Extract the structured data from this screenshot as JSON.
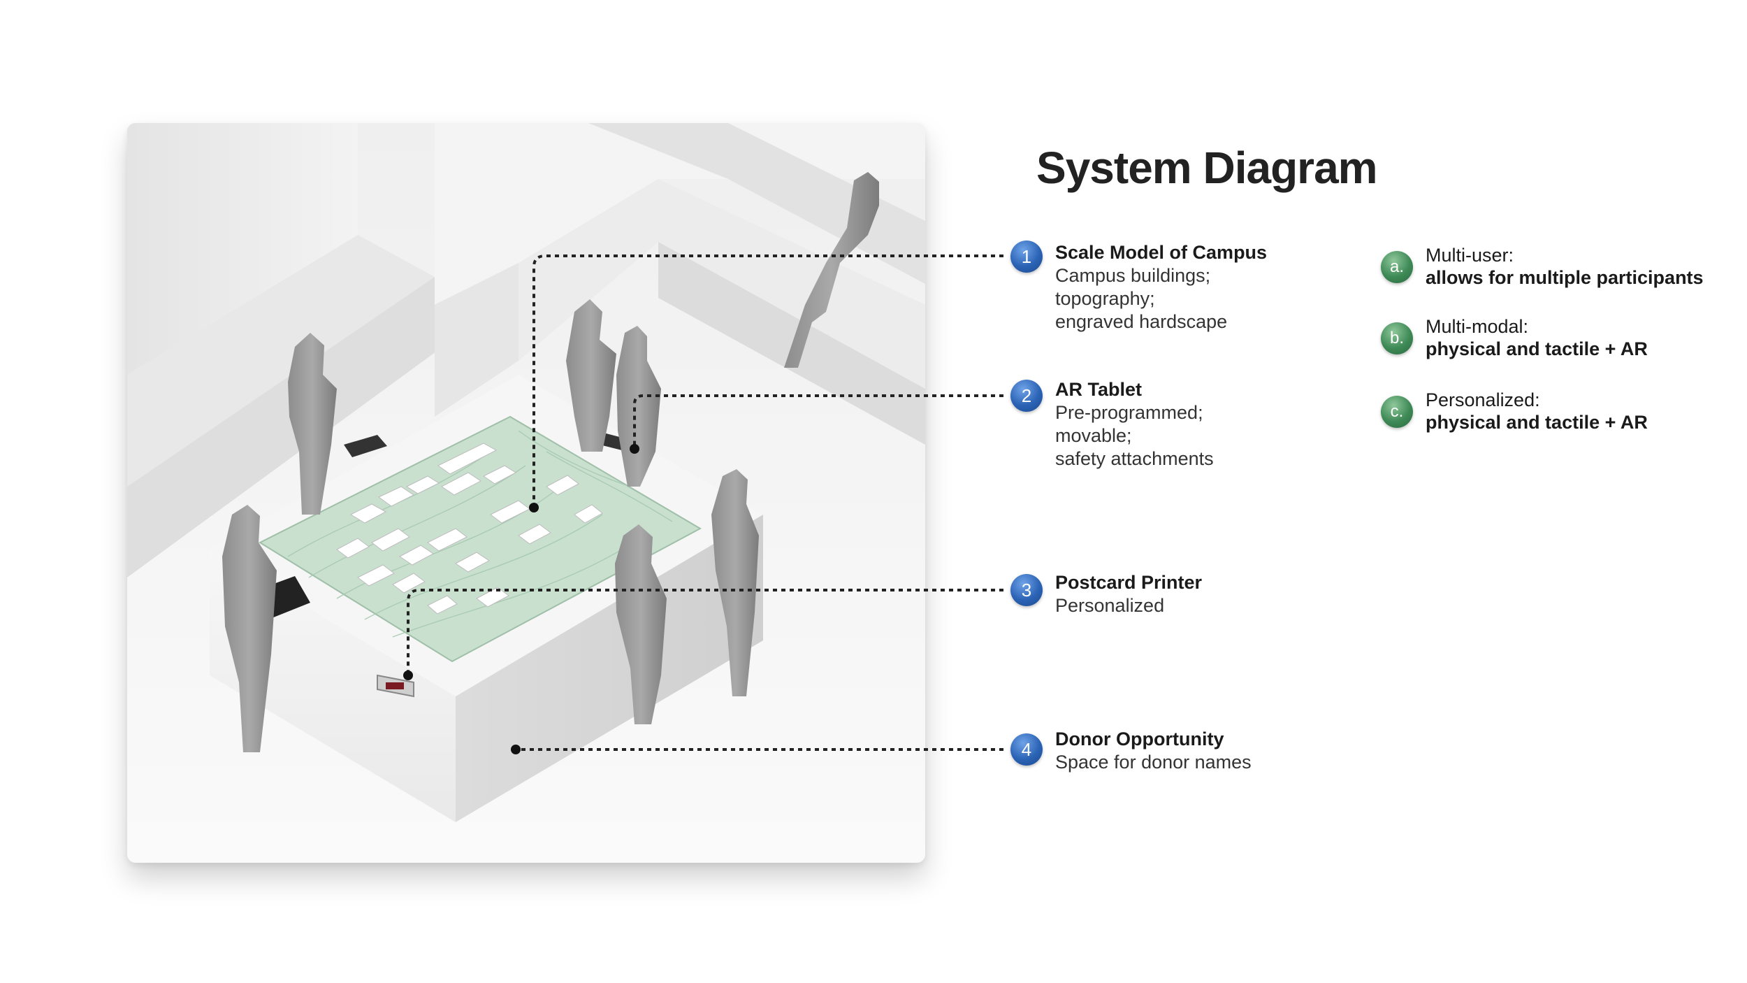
{
  "title": "System Diagram",
  "colors": {
    "number_marker": "#2b63b5",
    "letter_marker": "#3e8a56",
    "terrain": "#c9e0cf",
    "leader": "#222222"
  },
  "components": [
    {
      "marker": "1",
      "title": "Scale Model of Campus",
      "lines": [
        "Campus buildings;",
        "topography;",
        "engraved hardscape"
      ]
    },
    {
      "marker": "2",
      "title": "AR Tablet",
      "lines": [
        "Pre-programmed;",
        "movable;",
        "safety attachments"
      ]
    },
    {
      "marker": "3",
      "title": "Postcard Printer",
      "lines": [
        "Personalized"
      ]
    },
    {
      "marker": "4",
      "title": "Donor Opportunity",
      "lines": [
        "Space for donor names"
      ]
    }
  ],
  "features": [
    {
      "marker": "a.",
      "title": "Multi-user:",
      "detail": "allows for multiple participants"
    },
    {
      "marker": "b.",
      "title": "Multi-modal:",
      "detail": "physical and tactile + AR"
    },
    {
      "marker": "c.",
      "title": "Personalized:",
      "detail": "physical and tactile + AR"
    }
  ]
}
